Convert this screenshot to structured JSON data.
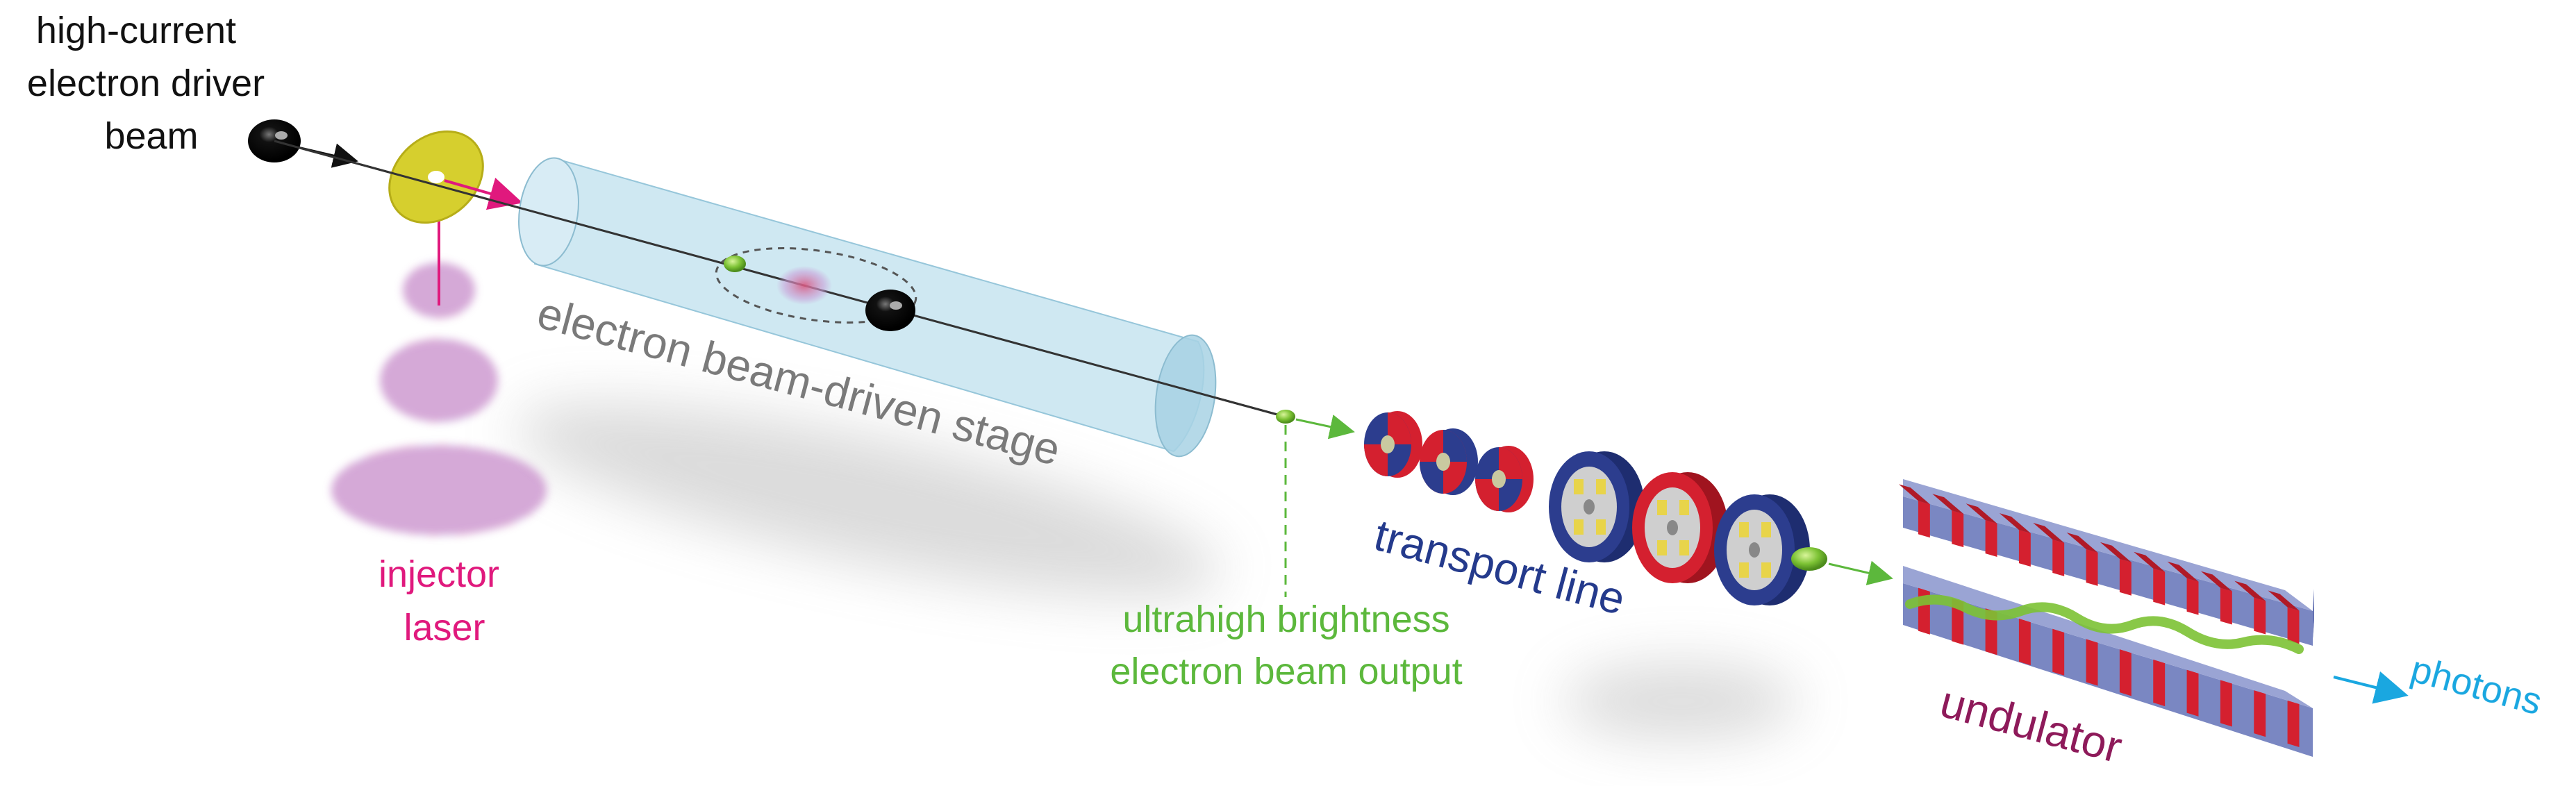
{
  "labels": {
    "driver_line1": "high-current",
    "driver_line2": "electron driver",
    "driver_line3": "beam",
    "injector_line1": "injector",
    "injector_line2": "laser",
    "stage": "electron beam-driven stage",
    "output_line1": "ultrahigh brightness",
    "output_line2": "electron beam output",
    "transport": "transport line",
    "undulator": "undulator",
    "photons": "photons"
  },
  "colors": {
    "driver_text": "#111111",
    "injector": "#e0197d",
    "stage_text": "#7a7a7a",
    "output": "#5cb83c",
    "transport_text": "#243a8c",
    "undulator_text": "#8e1a5a",
    "photons": "#1aa7e0",
    "tube": "#bfe0ee",
    "magnet_blue": "#2c3d8e",
    "magnet_red": "#d4202f",
    "mirror": "#d6cf2e"
  }
}
